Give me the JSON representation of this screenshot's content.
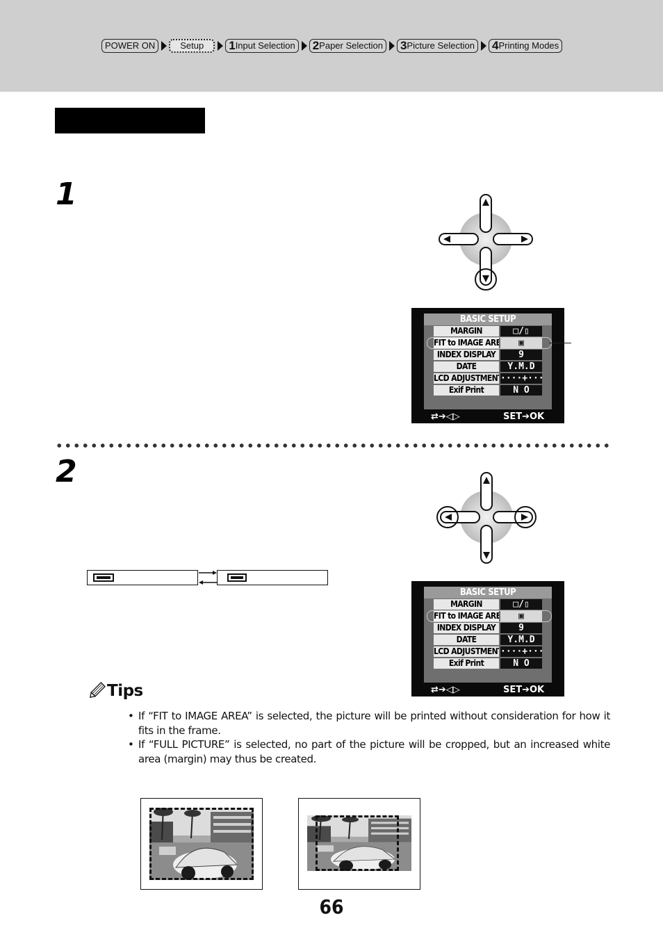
{
  "breadcrumb": {
    "power_on": "POWER ON",
    "setup": "Setup",
    "input_selection": {
      "num": "1",
      "label": "Input Selection"
    },
    "paper_selection": {
      "num": "2",
      "label": "Paper Selection"
    },
    "picture_selection": {
      "num": "3",
      "label": "Picture Selection"
    },
    "printing_modes": {
      "num": "4",
      "label": "Printing Modes"
    }
  },
  "steps": [
    "1",
    "2"
  ],
  "lcd": {
    "title": "BASIC SETUP",
    "rows": [
      {
        "label": "MARGIN",
        "value": "□/▯"
      },
      {
        "label": "FIT to IMAGE AREA",
        "value": "▣"
      },
      {
        "label": "INDEX DISPLAY",
        "value": "9"
      },
      {
        "label": "DATE",
        "value": "Y.M.D"
      },
      {
        "label": "LCD ADJUSTMENT",
        "value": "····+····"
      },
      {
        "label": "Exif Print",
        "value": "N O"
      }
    ],
    "footer_left": "⇄➔◁▷",
    "footer_right": "SET➔OK"
  },
  "tips": {
    "heading": "Tips",
    "items": [
      "If “FIT to IMAGE AREA” is selected, the picture will be printed without consideration for how it fits in the frame.",
      "If “FULL PICTURE” is selected, no part of the picture will be cropped, but an increased white area (margin) may thus be created."
    ]
  },
  "page_number": "66",
  "colors": {
    "header_bg": "#cfcfcf",
    "lcd_bg": "#0a0a0a",
    "lcd_panel": "#6f6f6f"
  }
}
